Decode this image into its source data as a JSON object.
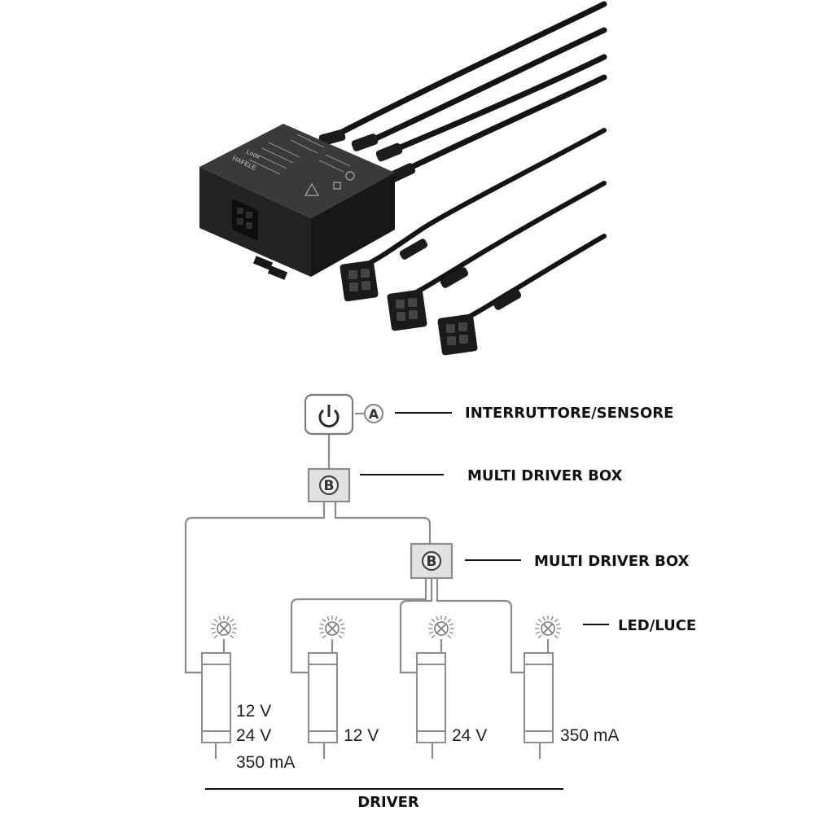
{
  "product_photo": {
    "housing_text": [
      "HAFELE",
      "Loox"
    ]
  },
  "diagram": {
    "switch_marker": "A",
    "box_marker": "B",
    "labels": {
      "switch": "INTERRUTTORE/SENSORE",
      "box_upper": "MULTI DRIVER BOX",
      "box_lower": "MULTI DRIVER BOX",
      "led": "LED/LUCE",
      "driver": "DRIVER"
    },
    "drivers": [
      {
        "specs": [
          "12 V",
          "24 V",
          "350 mA"
        ]
      },
      {
        "specs": [
          "12 V"
        ]
      },
      {
        "specs": [
          "24 V"
        ]
      },
      {
        "specs": [
          "350 mA"
        ]
      }
    ]
  }
}
